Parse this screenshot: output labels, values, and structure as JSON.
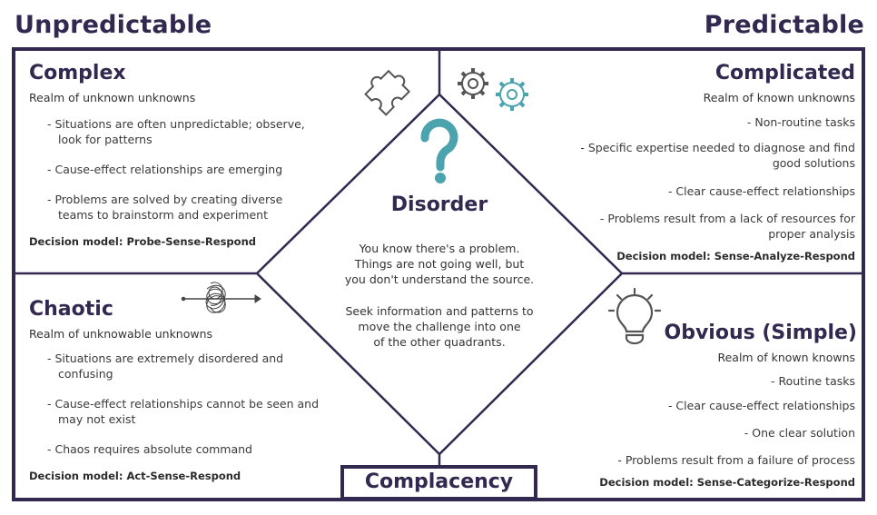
{
  "axes": {
    "left_label": "Unpredictable",
    "right_label": "Predictable"
  },
  "colors": {
    "frame": "#33284f",
    "accent_teal": "#4aa3ad",
    "icon_gray": "#555555"
  },
  "quadrants": {
    "complex": {
      "title": "Complex",
      "realm": "Realm of unknown unknowns",
      "bullets": [
        "- Situations are often unpredictable; observe, look for patterns",
        "- Cause-effect relationships are emerging",
        "- Problems are solved by creating diverse teams to brainstorm and experiment"
      ],
      "decision": "Decision model: Probe-Sense-Respond",
      "icon": "puzzle-piece-icon"
    },
    "complicated": {
      "title": "Complicated",
      "realm": "Realm of known unknowns",
      "bullets": [
        "- Non-routine tasks",
        "- Specific expertise needed to diagnose and find good solutions",
        "- Clear cause-effect relationships",
        "- Problems result from a lack of resources for proper analysis"
      ],
      "decision": "Decision model: Sense-Analyze-Respond",
      "icon": "gears-icon"
    },
    "chaotic": {
      "title": "Chaotic",
      "realm": "Realm of unknowable unknowns",
      "bullets": [
        "- Situations are extremely disordered and confusing",
        "- Cause-effect relationships cannot be seen and may not exist",
        "- Chaos requires absolute command"
      ],
      "decision": "Decision model: Act-Sense-Respond",
      "icon": "tangled-arrow-icon"
    },
    "obvious": {
      "title": "Obvious (Simple)",
      "realm": "Realm of known knowns",
      "bullets": [
        "- Routine tasks",
        "- Clear cause-effect relationships",
        "- One clear solution",
        "- Problems result from a failure of process"
      ],
      "decision": "Decision model: Sense-Categorize-Respond",
      "icon": "lightbulb-icon"
    }
  },
  "disorder": {
    "title": "Disorder",
    "icon": "question-mark-icon",
    "paragraph1": [
      "You know there's a problem.",
      "Things are not going well, but",
      "you don't understand the source."
    ],
    "paragraph2": [
      "Seek information and patterns to",
      "move the challenge into one",
      "of the other quadrants."
    ]
  },
  "complacency": {
    "label": "Complacency"
  }
}
